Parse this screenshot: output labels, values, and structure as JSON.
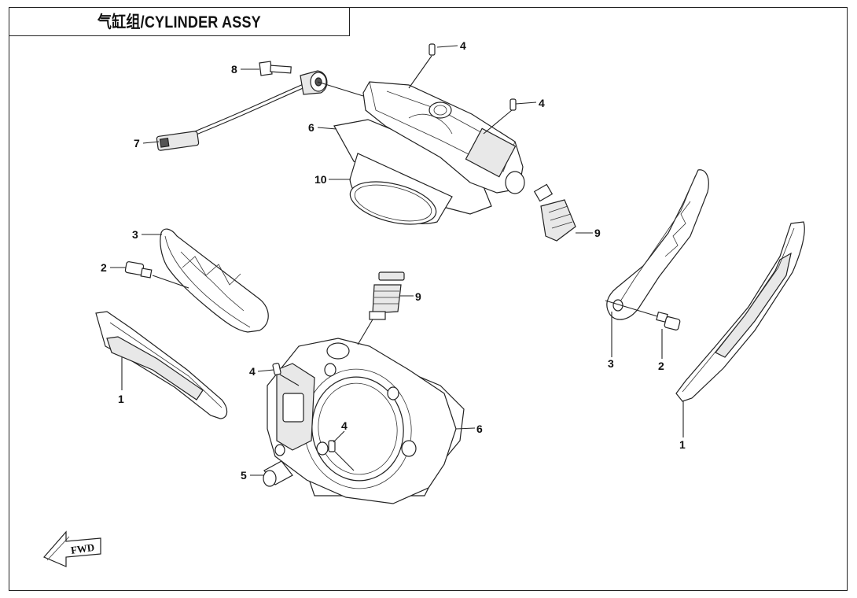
{
  "title": "气缸组/CYLINDER ASSY",
  "fwd_label": "FWD",
  "callouts": {
    "c1_left": "1",
    "c1_right": "1",
    "c2_left": "2",
    "c2_right": "2",
    "c3_left": "3",
    "c3_right": "3",
    "c4_top": "4",
    "c4_top2": "4",
    "c4_lower": "4",
    "c4_bore": "4",
    "c5": "5",
    "c6_top": "6",
    "c6_lower": "6",
    "c7": "7",
    "c8": "8",
    "c9_top": "9",
    "c9_lower": "9",
    "c10": "10"
  }
}
